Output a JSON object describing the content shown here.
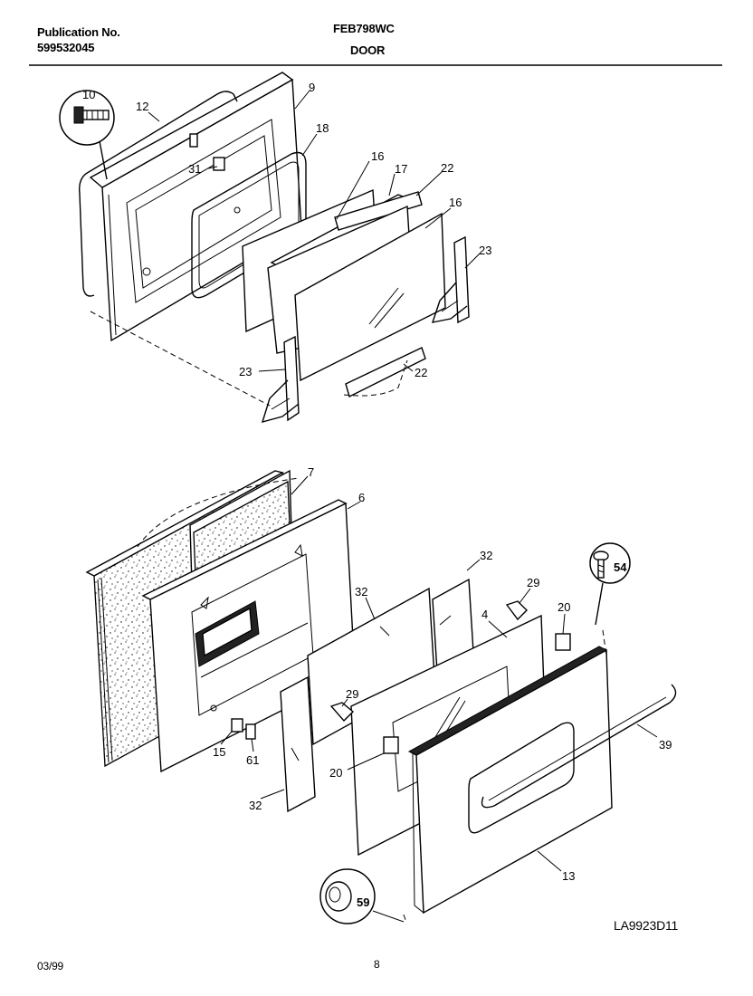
{
  "header": {
    "publication_label": "Publication No.",
    "publication_number": "599532045",
    "model": "FEB798WC",
    "section": "DOOR"
  },
  "footer": {
    "date": "03/99",
    "page": "8",
    "drawing_code": "LA9923D11"
  },
  "callouts": {
    "p10": "10",
    "p12": "12",
    "p9": "9",
    "p18": "18",
    "p31": "31",
    "p16a": "16",
    "p17": "17",
    "p22a": "22",
    "p16b": "16",
    "p23a": "23",
    "p23b": "23",
    "p22b": "22",
    "p7": "7",
    "p6": "6",
    "p32a": "32",
    "p54": "54",
    "p32b": "32",
    "p29a": "29",
    "p20a": "20",
    "p4": "4",
    "p29b": "29",
    "p15": "15",
    "p61": "61",
    "p20b": "20",
    "p39": "39",
    "p32c": "32",
    "p13": "13",
    "p59": "59"
  }
}
